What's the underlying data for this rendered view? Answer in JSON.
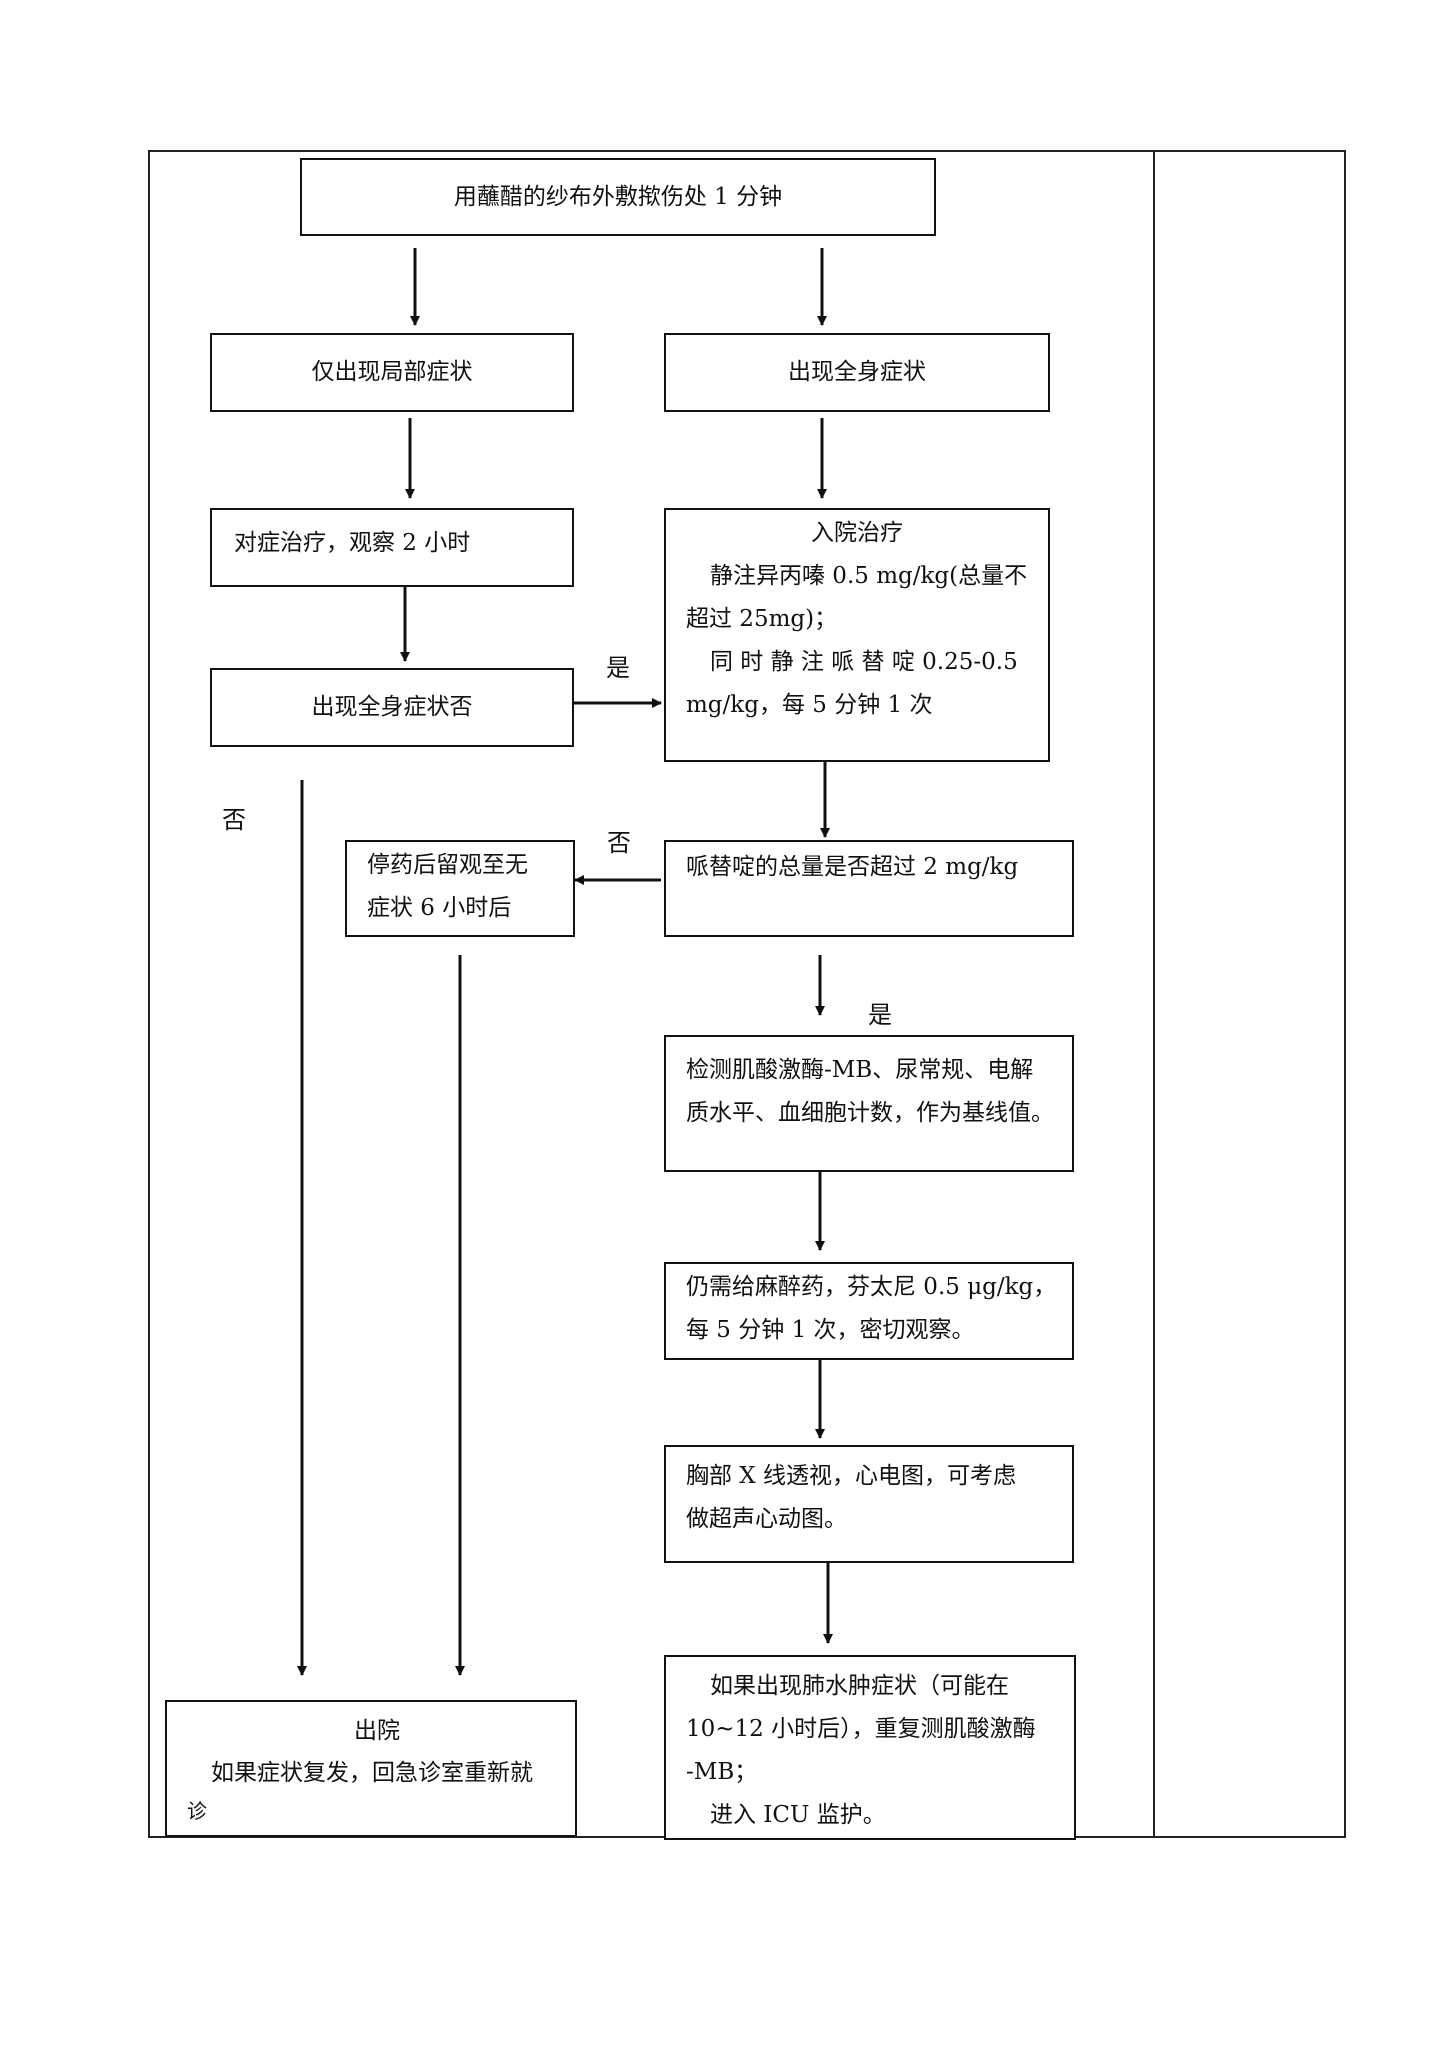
{
  "flowchart": {
    "nodes": {
      "start": [
        "用蘸醋的纱布外敷揿伤处 1 分钟"
      ],
      "local": [
        "仅出现局部症状"
      ],
      "systemic": [
        "出现全身症状"
      ],
      "symptomatic": [
        "对症治疗，观察 2  小时"
      ],
      "admit": [
        "入院治疗",
        "静注异丙嗪 0.5 mg/kg(总量不",
        "超过 25mg)；",
        "同 时 静 注 哌 替 啶  0.25-0.5",
        "mg/kg，每 5 分钟 1 次"
      ],
      "check_systemic": [
        "出现全身症状否"
      ],
      "observe": [
        "停药后留观至无",
        "症状 6 小时后"
      ],
      "dose_check": [
        "哌替啶的总量是否超过 2 mg/kg"
      ],
      "tests": [
        "检测肌酸激酶-MB、尿常规、电解",
        "质水平、血细胞计数，作为基线值。"
      ],
      "anesthetic": [
        "仍需给麻醉药，芬太尼 0.5  μg/kg，",
        "每 5 分钟 1 次，密切观察。"
      ],
      "imaging": [
        "胸部 X 线透视，心电图，可考虑",
        "做超声心动图。"
      ],
      "discharge": [
        "出院",
        "如果症状复发，回急诊室重新就",
        "诊"
      ],
      "pulmonary": [
        "如果出现肺水肿症状（可能在",
        "10~12  小时后），重复测肌酸激酶",
        "-MB；",
        "进入 ICU 监护。"
      ]
    },
    "edge_labels": {
      "yes_to_admit": "是",
      "no_left": "否",
      "no_to_observe": "否",
      "yes_down": "是"
    }
  }
}
